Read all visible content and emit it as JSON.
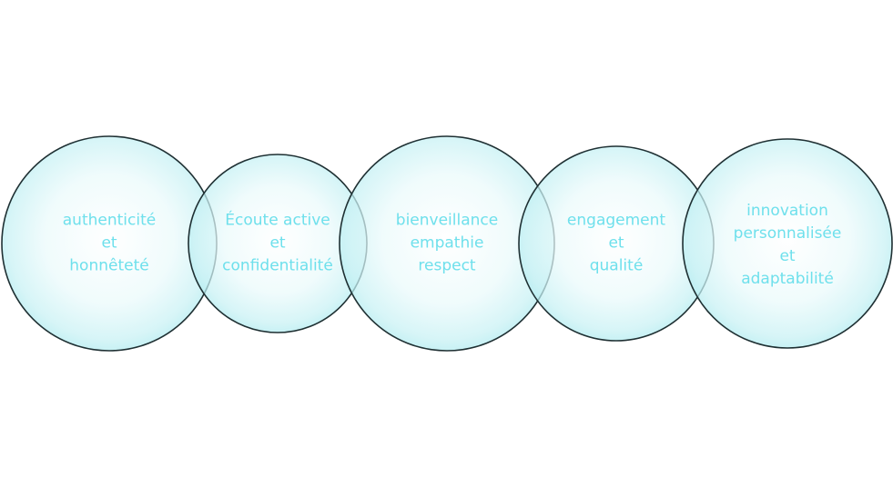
{
  "colors": {
    "circle_fill_center": "#ffffff",
    "circle_fill_edge": "#a6e9ee",
    "circle_stroke": "#1f3033",
    "label_text": "#6fe0ec"
  },
  "circles": [
    {
      "name": "authenticite",
      "lines": [
        "authenticité",
        "et",
        "honnêteté"
      ]
    },
    {
      "name": "ecoute",
      "lines": [
        "Écoute active",
        "et",
        "confidentialité"
      ]
    },
    {
      "name": "bienveillance",
      "lines": [
        "bienveillance",
        "empathie",
        "respect"
      ]
    },
    {
      "name": "engagement",
      "lines": [
        "engagement",
        "et",
        "qualité"
      ]
    },
    {
      "name": "innovation",
      "lines": [
        "innovation",
        "personnalisée",
        "et",
        "adaptabilité"
      ]
    }
  ]
}
